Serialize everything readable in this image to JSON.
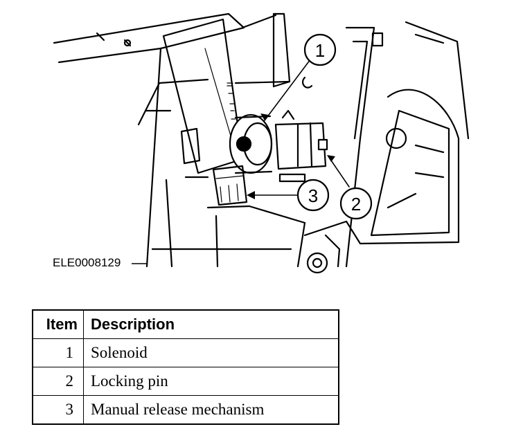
{
  "figure": {
    "id": "ELE0008129",
    "callouts": [
      "1",
      "2",
      "3"
    ]
  },
  "legend": {
    "headers": {
      "item": "Item",
      "description": "Description"
    },
    "rows": [
      {
        "item": "1",
        "description": "Solenoid"
      },
      {
        "item": "2",
        "description": "Locking pin"
      },
      {
        "item": "3",
        "description": "Manual release mechanism"
      }
    ]
  }
}
